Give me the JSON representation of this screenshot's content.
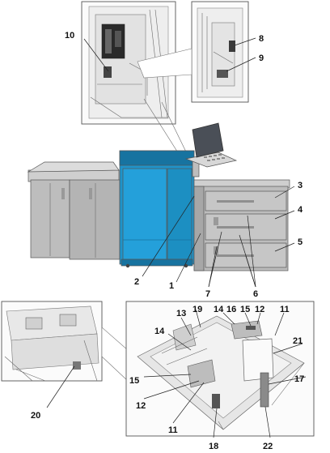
{
  "callouts": {
    "c1": "1",
    "c2": "2",
    "c3": "3",
    "c4": "4",
    "c5": "5",
    "c6": "6",
    "c7": "7",
    "c8": "8",
    "c9": "9",
    "c10": "10",
    "c11a": "11",
    "c11b": "11",
    "c12a": "12",
    "c12b": "12",
    "c13": "13",
    "c14a": "14",
    "c14b": "14",
    "c15a": "15",
    "c15b": "15",
    "c16": "16",
    "c17": "17",
    "c18": "18",
    "c19": "19",
    "c20": "20",
    "c21": "21",
    "c22": "22"
  },
  "colors": {
    "engine_blue": "#1f93c9",
    "engine_blue_dark": "#1773a0",
    "unit_gray": "#bdbdbd",
    "unit_gray_dark": "#8f8f8f",
    "panel_gray": "#d8d8d8",
    "screen": "#4a4f57"
  }
}
